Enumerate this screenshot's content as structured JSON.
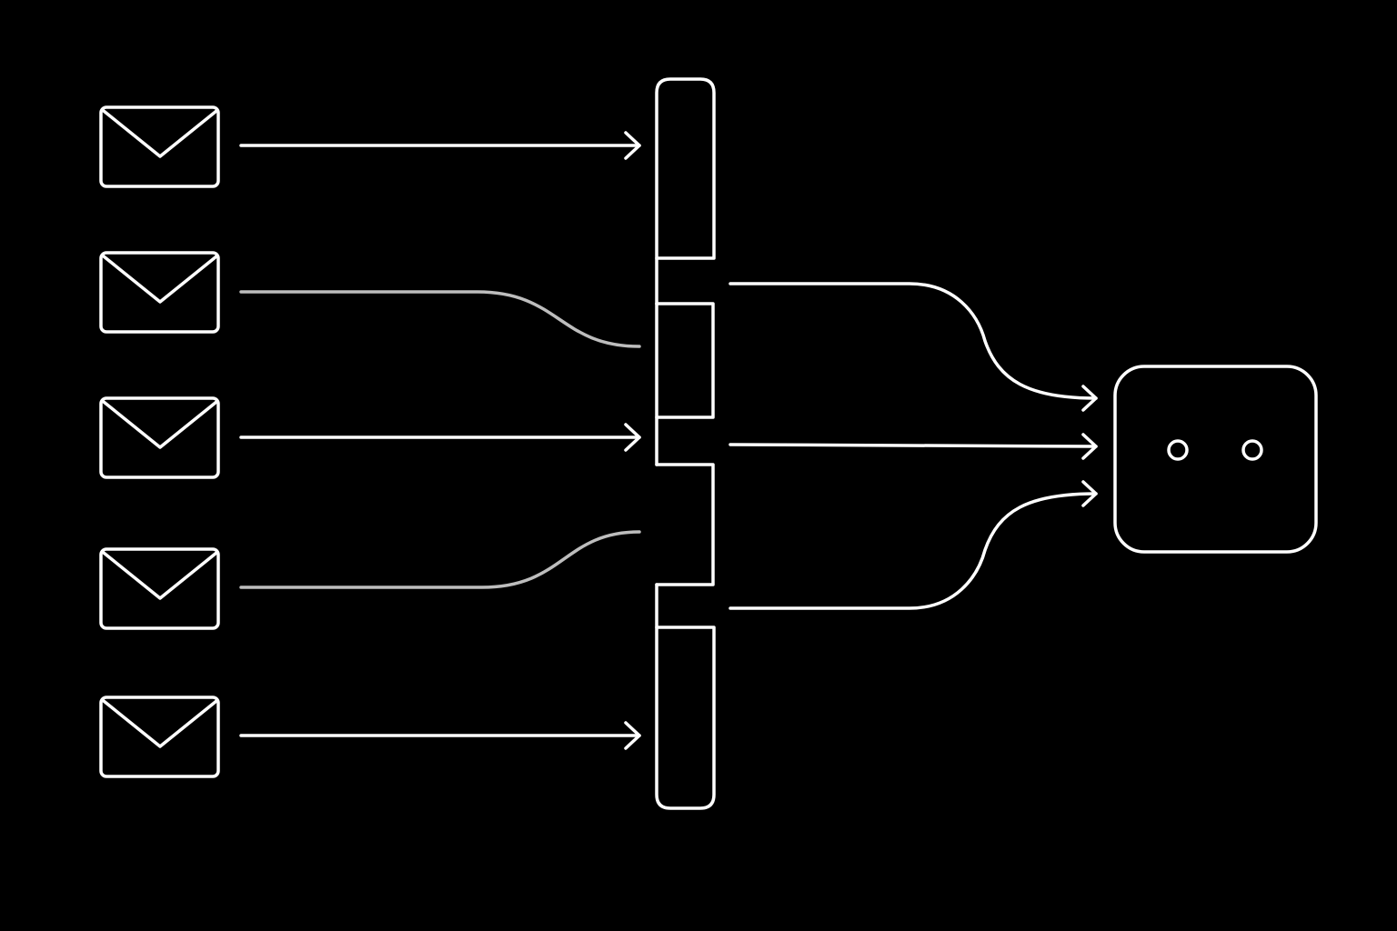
{
  "diagram": {
    "background_color": "#000000",
    "stroke_color": "#ffffff",
    "faded_stroke_color": "#bdbdbd",
    "sources": [
      {
        "icon": "envelope-icon",
        "route": "straight-arrow"
      },
      {
        "icon": "envelope-icon",
        "route": "curved-down-faded"
      },
      {
        "icon": "envelope-icon",
        "route": "straight-arrow"
      },
      {
        "icon": "envelope-icon",
        "route": "curved-up-faded"
      },
      {
        "icon": "envelope-icon",
        "route": "straight-arrow"
      }
    ],
    "hub": {
      "icon": "segmented-bar",
      "segments": 4
    },
    "outputs": [
      {
        "route": "curved-down-arrow"
      },
      {
        "route": "straight-arrow"
      },
      {
        "route": "curved-up-arrow"
      }
    ],
    "target": {
      "icon": "robot-face-icon"
    }
  }
}
